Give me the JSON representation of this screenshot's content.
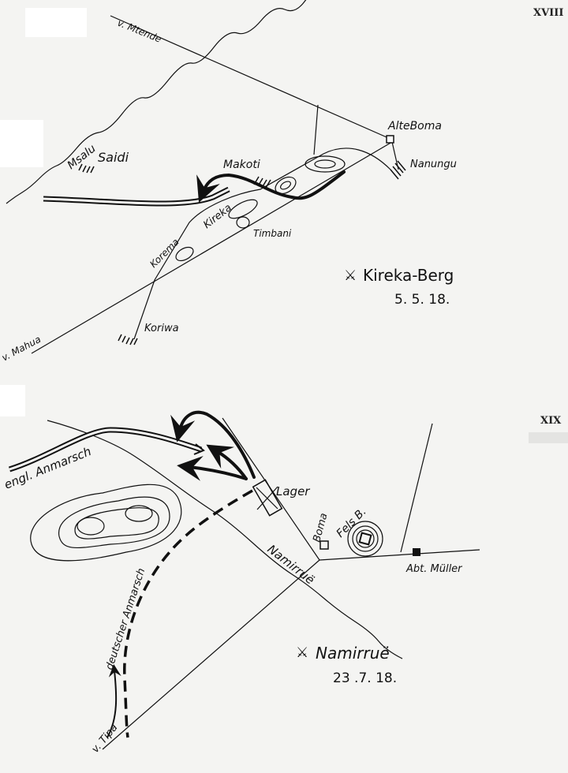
{
  "plates": [
    {
      "number": "XVIII",
      "title": "Kireka-Berg",
      "date": "5. 5. 18.",
      "labels": {
        "road_north": "v. Mtende",
        "river": "Msalu",
        "saidi": "Saidi",
        "alte_boma": "AlteBoma",
        "nanungu": "Nanungu",
        "makoti": "Makoti",
        "kireka": "Kireka",
        "korema": "Korema",
        "timbani": "Timbani",
        "koriwa": "Koriwa",
        "road_south": "v. Mahua"
      }
    },
    {
      "number": "XIX",
      "title": "Namirruë",
      "date": "23 .7. 18.",
      "labels": {
        "english_march": "engl. Anmarsch",
        "lager": "Lager",
        "boma": "Boma",
        "fels": "Fels B.",
        "river": "Namirruë",
        "mueller": "Abt. Müller",
        "german_march": "deutscher Anmarsch",
        "road_south": "v. Tipa"
      }
    }
  ],
  "battle_symbol": "crossed-swords-icon"
}
